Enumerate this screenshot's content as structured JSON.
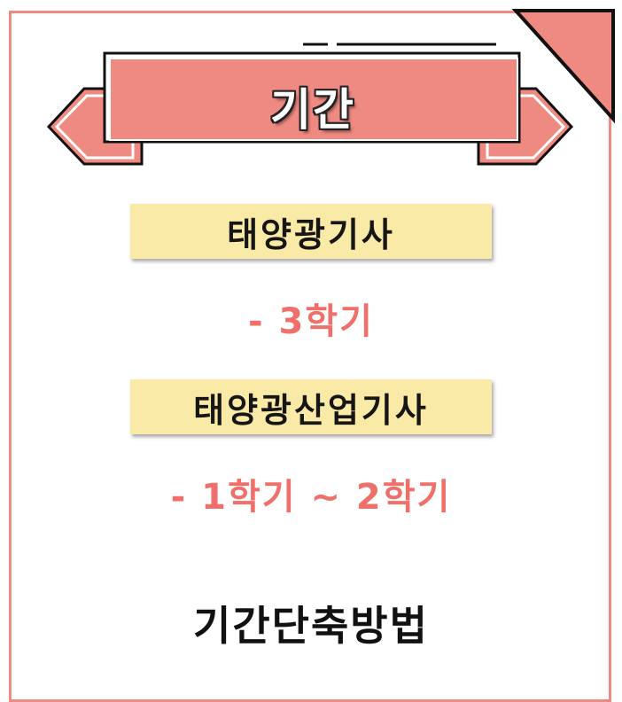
{
  "colors": {
    "accent": "#ef8a82",
    "highlight": "#faeaa8",
    "period_text": "#ef6f6a",
    "dark": "#111111"
  },
  "banner": {
    "title": "기간"
  },
  "items": [
    {
      "label": "태양광기사",
      "period": "-  3학기"
    },
    {
      "label": "태양광산업기사",
      "period": "-  1학기  ~  2학기"
    }
  ],
  "footer": {
    "title": "기간단축방법"
  }
}
